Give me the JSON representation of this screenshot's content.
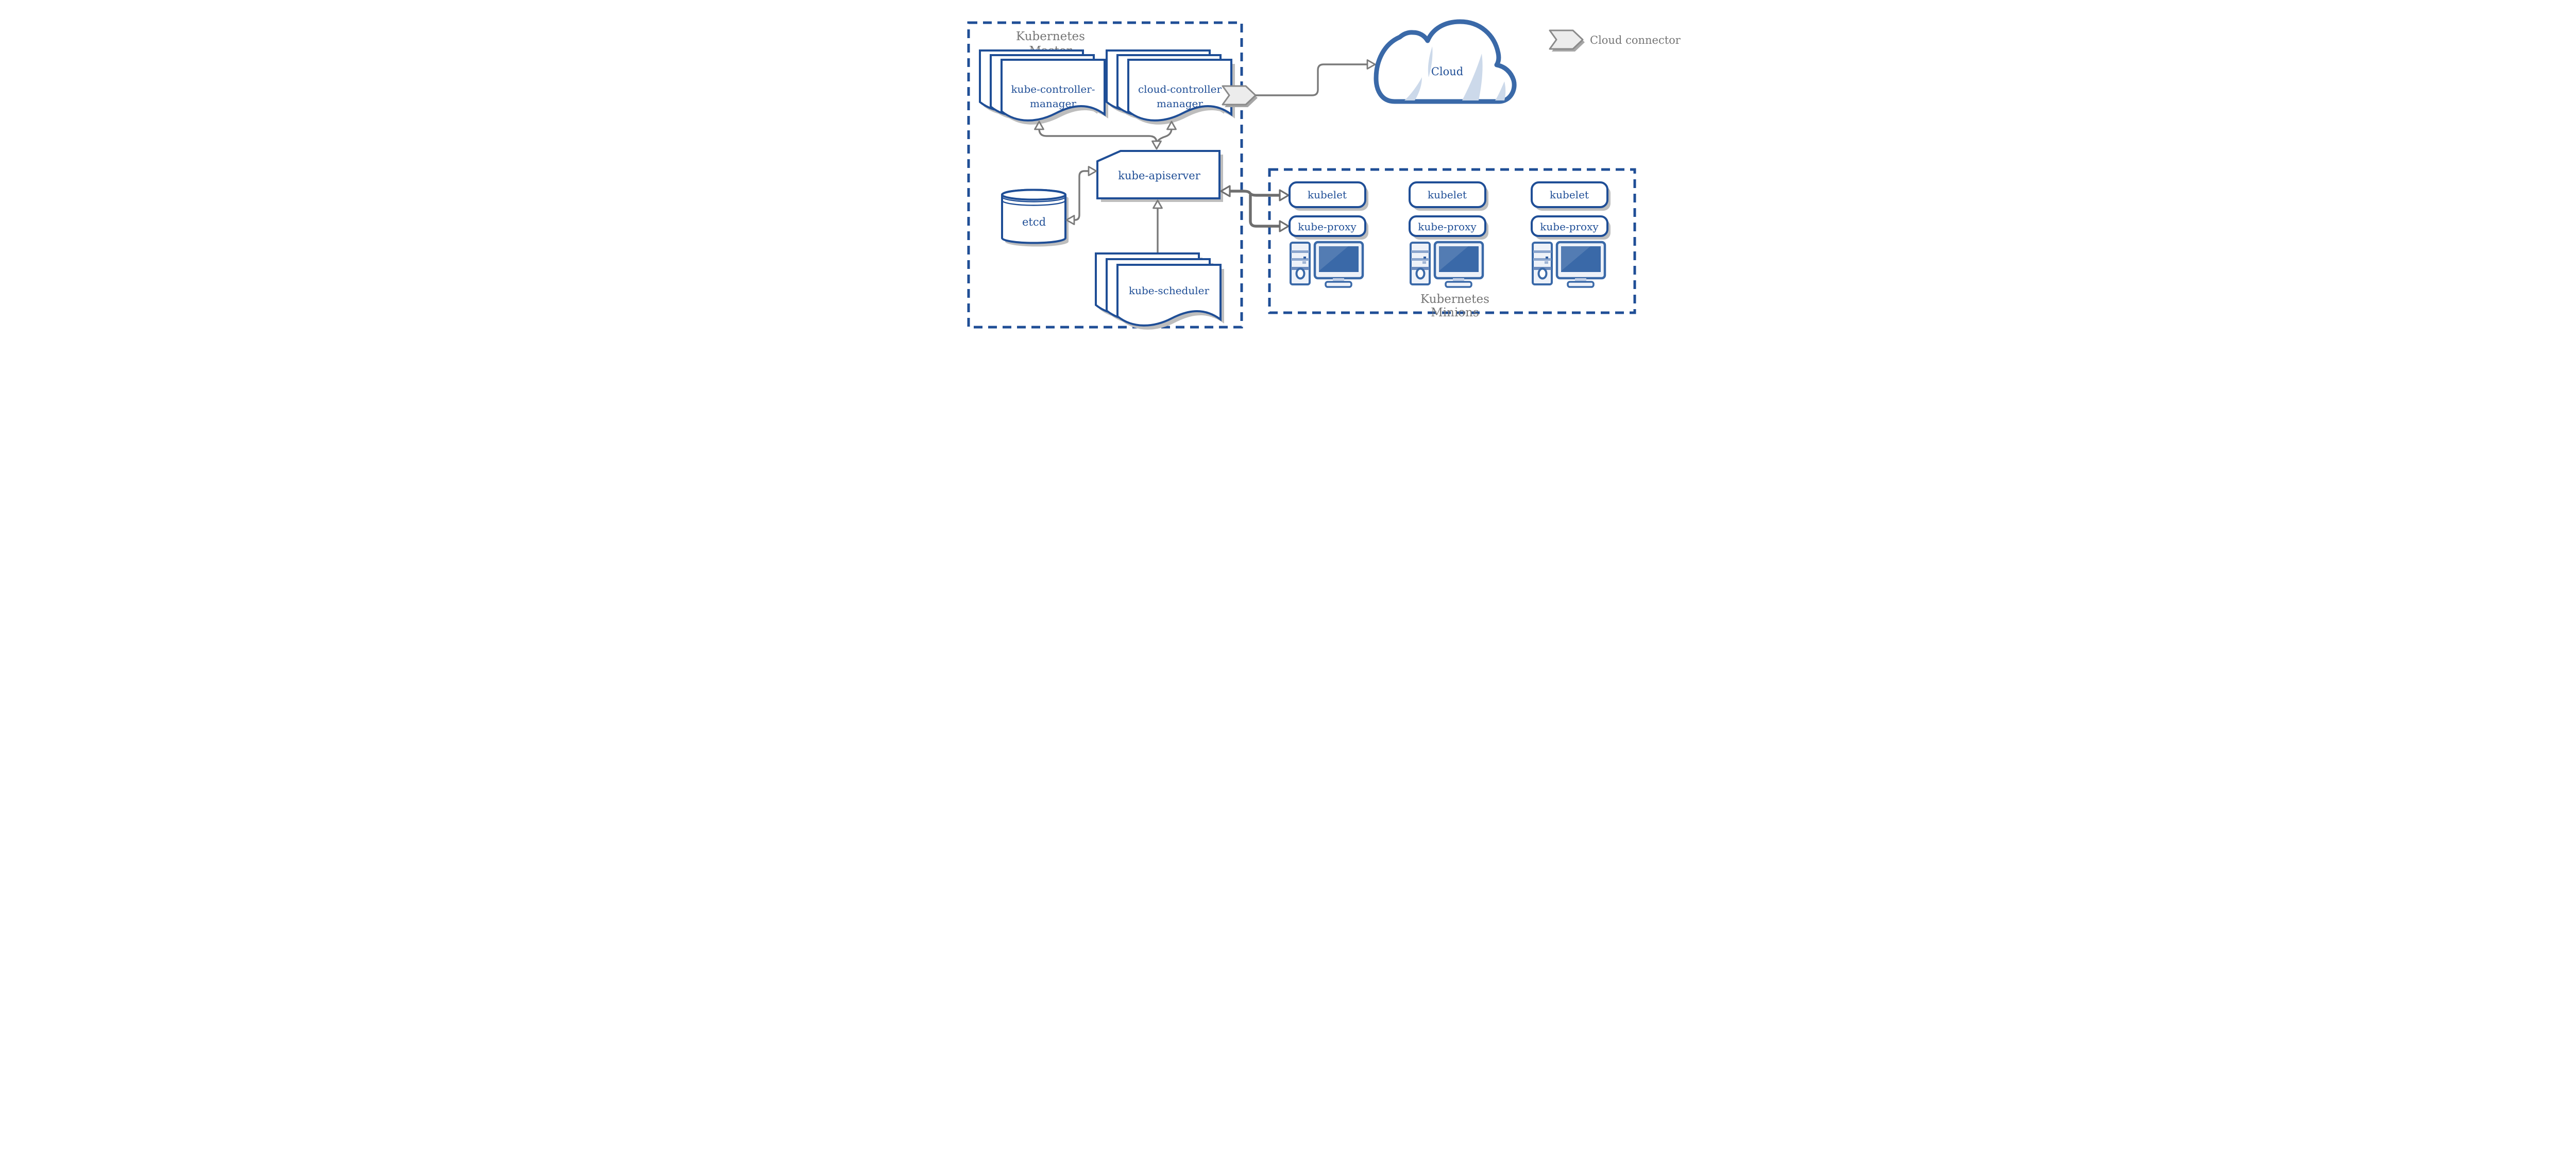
{
  "master": {
    "title": {
      "line1": "Kubernetes",
      "line2": "Master"
    },
    "kube_controller_manager": {
      "line1": "kube-controller-",
      "line2": "manager"
    },
    "cloud_controller_manager": {
      "line1": "cloud-controller",
      "line2": "manager"
    },
    "kube_apiserver": "kube-apiserver",
    "etcd": "etcd",
    "kube_scheduler": "kube-scheduler"
  },
  "cloud": {
    "label": "Cloud"
  },
  "legend": {
    "label": "Cloud connector",
    "icon": "cloud-connector-chevron-icon"
  },
  "minions": {
    "title": {
      "line1": "Kubernetes",
      "line2": "Minions"
    },
    "nodes": [
      {
        "kubelet": "kubelet",
        "kube_proxy": "kube-proxy",
        "icon": "computer-icon"
      },
      {
        "kubelet": "kubelet",
        "kube_proxy": "kube-proxy",
        "icon": "computer-icon"
      },
      {
        "kubelet": "kubelet",
        "kube_proxy": "kube-proxy",
        "icon": "computer-icon"
      }
    ]
  },
  "colors": {
    "primary_blue": "#1f4e96",
    "cloud_blue": "#3a69a8",
    "light_blue_accent": "#ccd9ea",
    "gray_text": "#757575",
    "arrow_gray": "#7a7a7a",
    "thick_arrow_gray": "#6e6e6e",
    "shadow_gray": "#bdbdbd",
    "chevron_fill": "#ececec",
    "screen_fill": "#3a69a8",
    "pc_body_fill": "#eef2f9"
  }
}
